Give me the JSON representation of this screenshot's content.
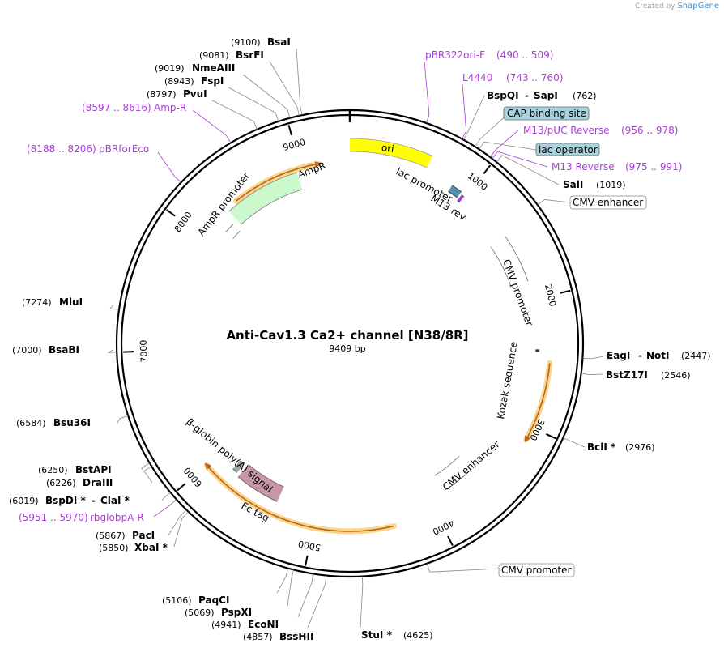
{
  "credit": {
    "prefix": "Created by",
    "brand": "SnapGene"
  },
  "map": {
    "title": "Anti-Cav1.3 Ca2+ channel [N38/8R]",
    "size_label": "9409 bp",
    "total_bp": 9409
  },
  "ticks": [
    {
      "label": "1000",
      "bp": 1000
    },
    {
      "label": "2000",
      "bp": 2000
    },
    {
      "label": "3000",
      "bp": 3000
    },
    {
      "label": "4000",
      "bp": 4000
    },
    {
      "label": "5000",
      "bp": 5000
    },
    {
      "label": "6000",
      "bp": 6000
    },
    {
      "label": "7000",
      "bp": 7000
    },
    {
      "label": "8000",
      "bp": 8000
    },
    {
      "label": "9000",
      "bp": 9000
    }
  ],
  "enzymes": [
    {
      "name": "BsaI",
      "pos": "(9100)",
      "bp": 9100
    },
    {
      "name": "BsrFI",
      "pos": "(9081)",
      "bp": 9081
    },
    {
      "name": "NmeAIII",
      "pos": "(9019)",
      "bp": 9019
    },
    {
      "name": "FspI",
      "pos": "(8943)",
      "bp": 8943
    },
    {
      "name": "PvuI",
      "pos": "(8797)",
      "bp": 8797
    },
    {
      "name": "BspQI",
      "name2": "SapI",
      "pos": "(762)",
      "bp": 762
    },
    {
      "name": "SalI",
      "pos": "(1019)",
      "bp": 1019
    },
    {
      "name": "EagI",
      "name2": "NotI",
      "pos": "(2447)",
      "bp": 2447
    },
    {
      "name": "BstZ17I",
      "pos": "(2546)",
      "bp": 2546
    },
    {
      "name": "BclI *",
      "pos": "(2976)",
      "bp": 2976
    },
    {
      "name": "StuI *",
      "pos": "(4625)",
      "bp": 4625
    },
    {
      "name": "BssHII",
      "pos": "(4857)",
      "bp": 4857
    },
    {
      "name": "EcoNI",
      "pos": "(4941)",
      "bp": 4941
    },
    {
      "name": "PspXI",
      "pos": "(5069)",
      "bp": 5069
    },
    {
      "name": "PaqCI",
      "pos": "(5106)",
      "bp": 5106
    },
    {
      "name": "XbaI *",
      "pos": "(5850)",
      "bp": 5850
    },
    {
      "name": "PacI",
      "pos": "(5867)",
      "bp": 5867
    },
    {
      "name": "BspDI *",
      "name2": "ClaI *",
      "pos": "(6019)",
      "bp": 6019
    },
    {
      "name": "DraIII",
      "pos": "(6226)",
      "bp": 6226
    },
    {
      "name": "BstAPI",
      "pos": "(6250)",
      "bp": 6250
    },
    {
      "name": "Bsu36I",
      "pos": "(6584)",
      "bp": 6584
    },
    {
      "name": "BsaBI",
      "pos": "(7000)",
      "bp": 7000
    },
    {
      "name": "MluI",
      "pos": "(7274)",
      "bp": 7274
    }
  ],
  "primers": [
    {
      "name": "pBR322ori-F",
      "range": "(490 .. 509)",
      "bp": 500
    },
    {
      "name": "L4440",
      "range": "(743 .. 760)",
      "bp": 751
    },
    {
      "name": "M13/pUC Reverse",
      "range": "(956 .. 978)",
      "bp": 967
    },
    {
      "name": "M13 Reverse",
      "range": "(975 .. 991)",
      "bp": 983
    },
    {
      "name": "Amp-R",
      "range": "(8597 .. 8616)",
      "bp": 8606
    },
    {
      "name": "pBRforEco",
      "range": "(8188 .. 8206)",
      "bp": 8197
    },
    {
      "name": "rbglobpA-R",
      "range": "(5951 .. 5970)",
      "bp": 5960
    }
  ],
  "boxed_labels": [
    {
      "text": "CAP binding site",
      "style": "teal"
    },
    {
      "text": "lac operator",
      "style": "teal"
    },
    {
      "text": "CMV enhancer",
      "style": "white"
    },
    {
      "text": "CMV promoter",
      "style": "white"
    }
  ],
  "features": [
    {
      "label": "ori",
      "color": "#ffff00",
      "start": 0,
      "end": 620
    },
    {
      "label": "AmpR",
      "color": "#ccf9cc",
      "start": 8300,
      "end": 8960
    },
    {
      "label": "AmpR promoter",
      "color": "#ffffff",
      "start": 8150,
      "end": 8250
    },
    {
      "label": "lac promoter",
      "color": "#4f8fb0",
      "start": 860,
      "end": 950
    },
    {
      "label": "M13 rev",
      "color": "#a83fd6",
      "start": 965,
      "end": 990
    },
    {
      "label": "CMV promoter",
      "color": "#ffffff",
      "start": 1450,
      "end": 1850
    },
    {
      "label": "Kozak sequence",
      "color": "#333333",
      "start": 2400,
      "end": 2420
    },
    {
      "label": "CMV enhancer",
      "color": "#ffffff",
      "start": 3550,
      "end": 3850
    },
    {
      "label": "Fc tag",
      "color": "#c896a8",
      "start": 5350,
      "end": 5750
    },
    {
      "label": "β-globin poly(A) signal",
      "color": "#a0a4ac",
      "start": 5780,
      "end": 5830
    }
  ],
  "orfs": [
    {
      "start": 8400,
      "end": 9150
    },
    {
      "start": 2500,
      "end": 3100
    },
    {
      "start": 4350,
      "end": 6000
    }
  ],
  "colors": {
    "backbone": "#000000",
    "primer": "#a83fd6",
    "orf_glow": "#fbd58a",
    "orf_line": "#b5651d",
    "teal_box": "#a9d3dd"
  }
}
